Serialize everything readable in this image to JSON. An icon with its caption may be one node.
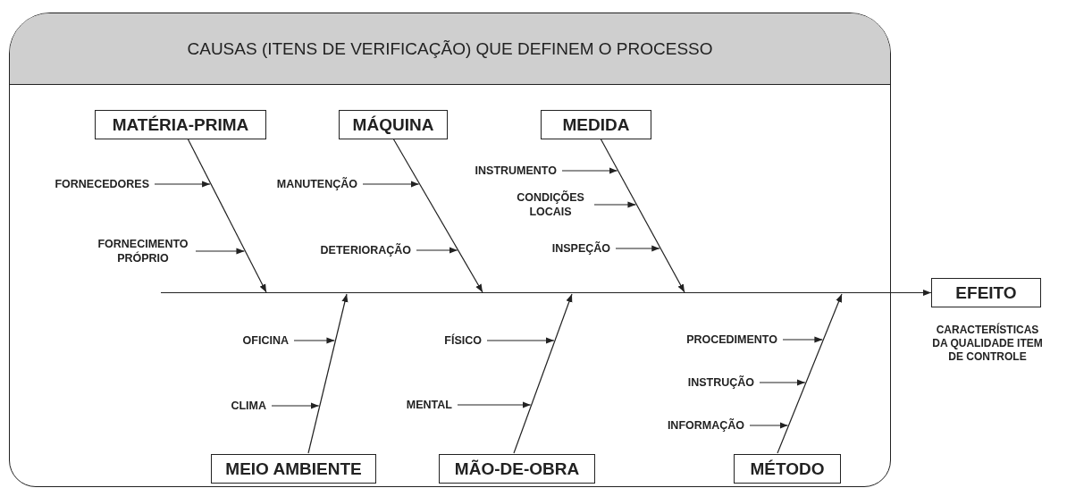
{
  "diagram": {
    "nodes": [
      {
        "text": [
          "CAUSAS (ITENS DE VERIFICAÇÃO) QUE DEFINEM O PROCESSO"
        ]
      },
      {
        "text": [
          "MATÉRIA-PRIMA"
        ],
        "in": 0
      },
      {
        "text": [
          "MÁQUINA"
        ],
        "in": 0
      },
      {
        "text": [
          "MEDIDA"
        ],
        "in": 0
      },
      {
        "text": [
          "FORNECEDORES"
        ],
        "in": 0
      },
      {
        "text": [
          "FORNECIMENTO PRÓPRIO"
        ],
        "in": 0
      },
      {
        "text": [
          "MANUTENÇÃO"
        ],
        "in": 0
      },
      {
        "text": [
          "DETERIORAÇÃO"
        ],
        "in": 0
      },
      {
        "text": [
          "INSTRUMENTO"
        ],
        "in": 0
      },
      {
        "text": [
          "CONDIÇÕES LOCAIS"
        ],
        "in": 0
      },
      {
        "text": [
          "INSPEÇÃO"
        ],
        "in": 0
      },
      {
        "text": [
          "OFICINA"
        ],
        "in": 0
      },
      {
        "text": [
          "CLIMA"
        ],
        "in": 0
      },
      {
        "text": [
          "FÍSICO"
        ],
        "in": 0
      },
      {
        "text": [
          "MENTAL"
        ],
        "in": 0
      },
      {
        "text": [
          "PROCEDIMENTO"
        ],
        "in": 0
      },
      {
        "text": [
          "INSTRUÇÃO"
        ],
        "in": 0
      },
      {
        "text": [
          "INFORMAÇÃO"
        ],
        "in": 0
      },
      {
        "text": [
          "MEIO AMBIENTE"
        ],
        "in": 0
      },
      {
        "text": [
          "MÃO-DE-OBRA"
        ],
        "in": 0
      },
      {
        "text": [
          "MÉTODO"
        ],
        "in": 0
      },
      {
        "text": [
          "EFEITO"
        ],
        "beside": [
          "CARACTERÍSTICAS DA QUALIDADE ITEM DE CONTROLE"
        ]
      }
    ],
    "edges": [
      {
        "from": null,
        "to": 21,
        "arrow": "to"
      },
      {
        "from": 1,
        "to": null,
        "arrow": "to"
      },
      {
        "from": 2,
        "to": null,
        "arrow": "to"
      },
      {
        "from": 3,
        "to": null,
        "arrow": "to"
      },
      {
        "from": 18,
        "to": null,
        "arrow": "to"
      },
      {
        "from": 19,
        "to": null,
        "arrow": "to"
      },
      {
        "from": 20,
        "to": null,
        "arrow": "to"
      },
      {
        "from": 4,
        "to": null,
        "arrow": "to"
      },
      {
        "from": 5,
        "to": null,
        "arrow": "to"
      },
      {
        "from": 6,
        "to": null,
        "arrow": "to"
      },
      {
        "from": 7,
        "to": null,
        "arrow": "to"
      },
      {
        "from": 8,
        "to": null,
        "arrow": "to"
      },
      {
        "from": 9,
        "to": null,
        "arrow": "to"
      },
      {
        "from": 10,
        "to": null,
        "arrow": "to"
      },
      {
        "from": 11,
        "to": null,
        "arrow": "to"
      },
      {
        "from": 12,
        "to": null,
        "arrow": "to"
      },
      {
        "from": 13,
        "to": null,
        "arrow": "to"
      },
      {
        "from": 14,
        "to": null,
        "arrow": "to"
      },
      {
        "from": 15,
        "to": null,
        "arrow": "to"
      },
      {
        "from": 16,
        "to": null,
        "arrow": "to"
      },
      {
        "from": 17,
        "to": null,
        "arrow": "to"
      }
    ]
  }
}
